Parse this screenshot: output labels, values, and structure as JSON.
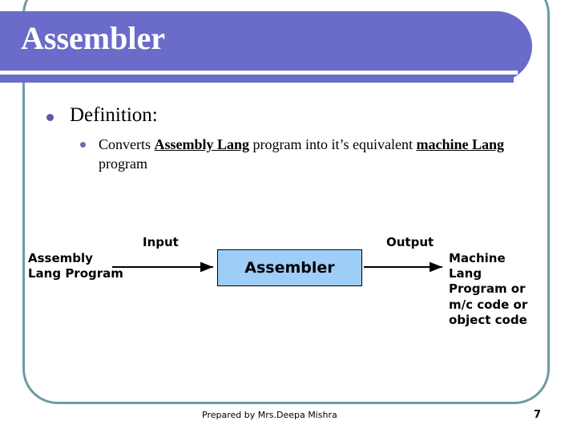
{
  "slide": {
    "title": "Assembler",
    "theme": {
      "banner_color": "#6b6bc9",
      "frame_color": "#6d9ba0",
      "bullet_color": "#5b5ba8",
      "box_fill": "#9ecdf7",
      "box_border": "#000000",
      "title_color": "#ffffff",
      "text_color": "#000000"
    }
  },
  "content": {
    "bullets": [
      {
        "level": 1,
        "text": "Definition:"
      },
      {
        "level": 2,
        "segments": [
          {
            "text": "Converts ",
            "bold": false
          },
          {
            "text": "Assembly Lang",
            "bold": true
          },
          {
            "text": " program into it’s equivalent ",
            "bold": false
          },
          {
            "text": "machine Lang",
            "bold": true
          },
          {
            "text": " program",
            "bold": false
          }
        ]
      }
    ]
  },
  "diagram": {
    "type": "flow",
    "input_label": "Input",
    "output_label": "Output",
    "input_source": "Assembly\nLang Program",
    "process_box": "Assembler",
    "output_target": "Machine\nLang\n Program or\nm/c code or\nobject code",
    "arrows": [
      {
        "name": "input-arrow",
        "from": "input_source",
        "to": "process_box",
        "direction": "right"
      },
      {
        "name": "output-arrow",
        "from": "process_box",
        "to": "output_target",
        "direction": "right"
      }
    ]
  },
  "footer": {
    "prepared_by": "Prepared by Mrs.Deepa Mishra",
    "page_number": "7"
  }
}
